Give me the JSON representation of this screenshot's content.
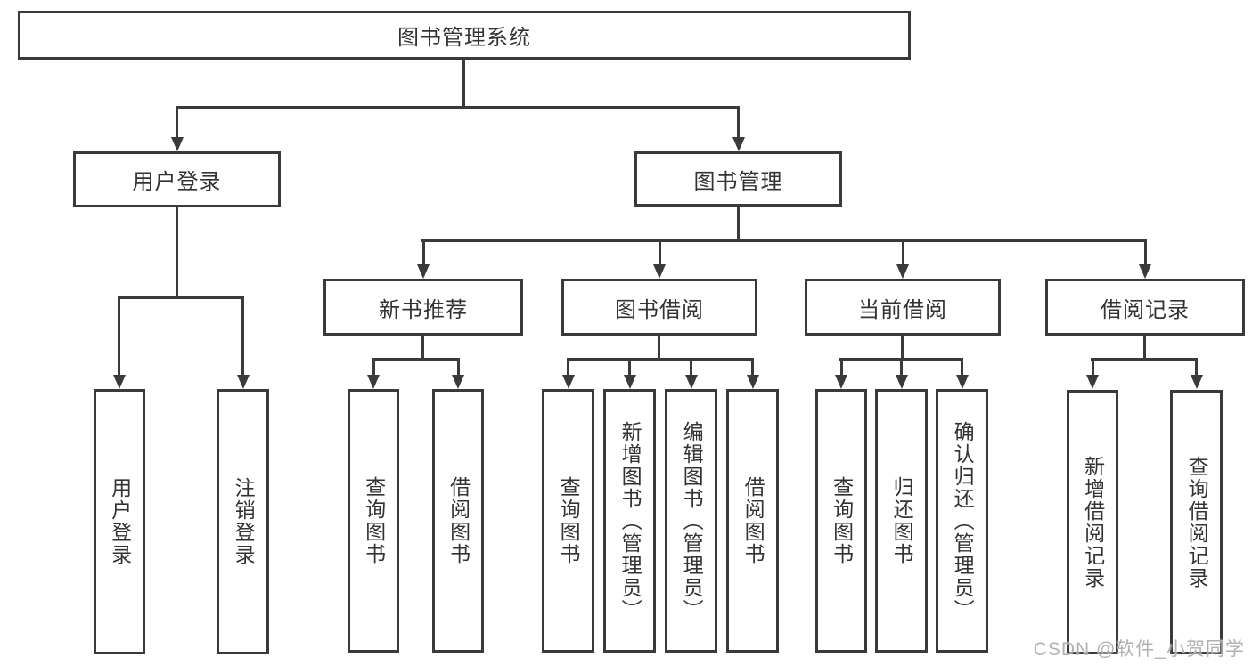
{
  "diagram": {
    "colors": {
      "line": "#3a3a3a",
      "text": "#333333",
      "background": "#ffffff",
      "watermark": "#a8a8a8"
    },
    "root": {
      "label": "图书管理系统",
      "children": [
        {
          "label": "用户登录",
          "children": [
            {
              "label": "用户登录"
            },
            {
              "label": "注销登录"
            }
          ]
        },
        {
          "label": "图书管理",
          "children": [
            {
              "label": "新书推荐",
              "children": [
                {
                  "label": "查询图书"
                },
                {
                  "label": "借阅图书"
                }
              ]
            },
            {
              "label": "图书借阅",
              "children": [
                {
                  "label": "查询图书"
                },
                {
                  "label": "新增图书（管理员）"
                },
                {
                  "label": "编辑图书（管理员）"
                },
                {
                  "label": "借阅图书"
                }
              ]
            },
            {
              "label": "当前借阅",
              "children": [
                {
                  "label": "查询图书"
                },
                {
                  "label": "归还图书"
                },
                {
                  "label": "确认归还（管理员）"
                }
              ]
            },
            {
              "label": "借阅记录",
              "children": [
                {
                  "label": "新增借阅记录"
                },
                {
                  "label": "查询借阅记录"
                }
              ]
            }
          ]
        }
      ]
    },
    "watermark": "CSDN @软件_小贺同学"
  }
}
